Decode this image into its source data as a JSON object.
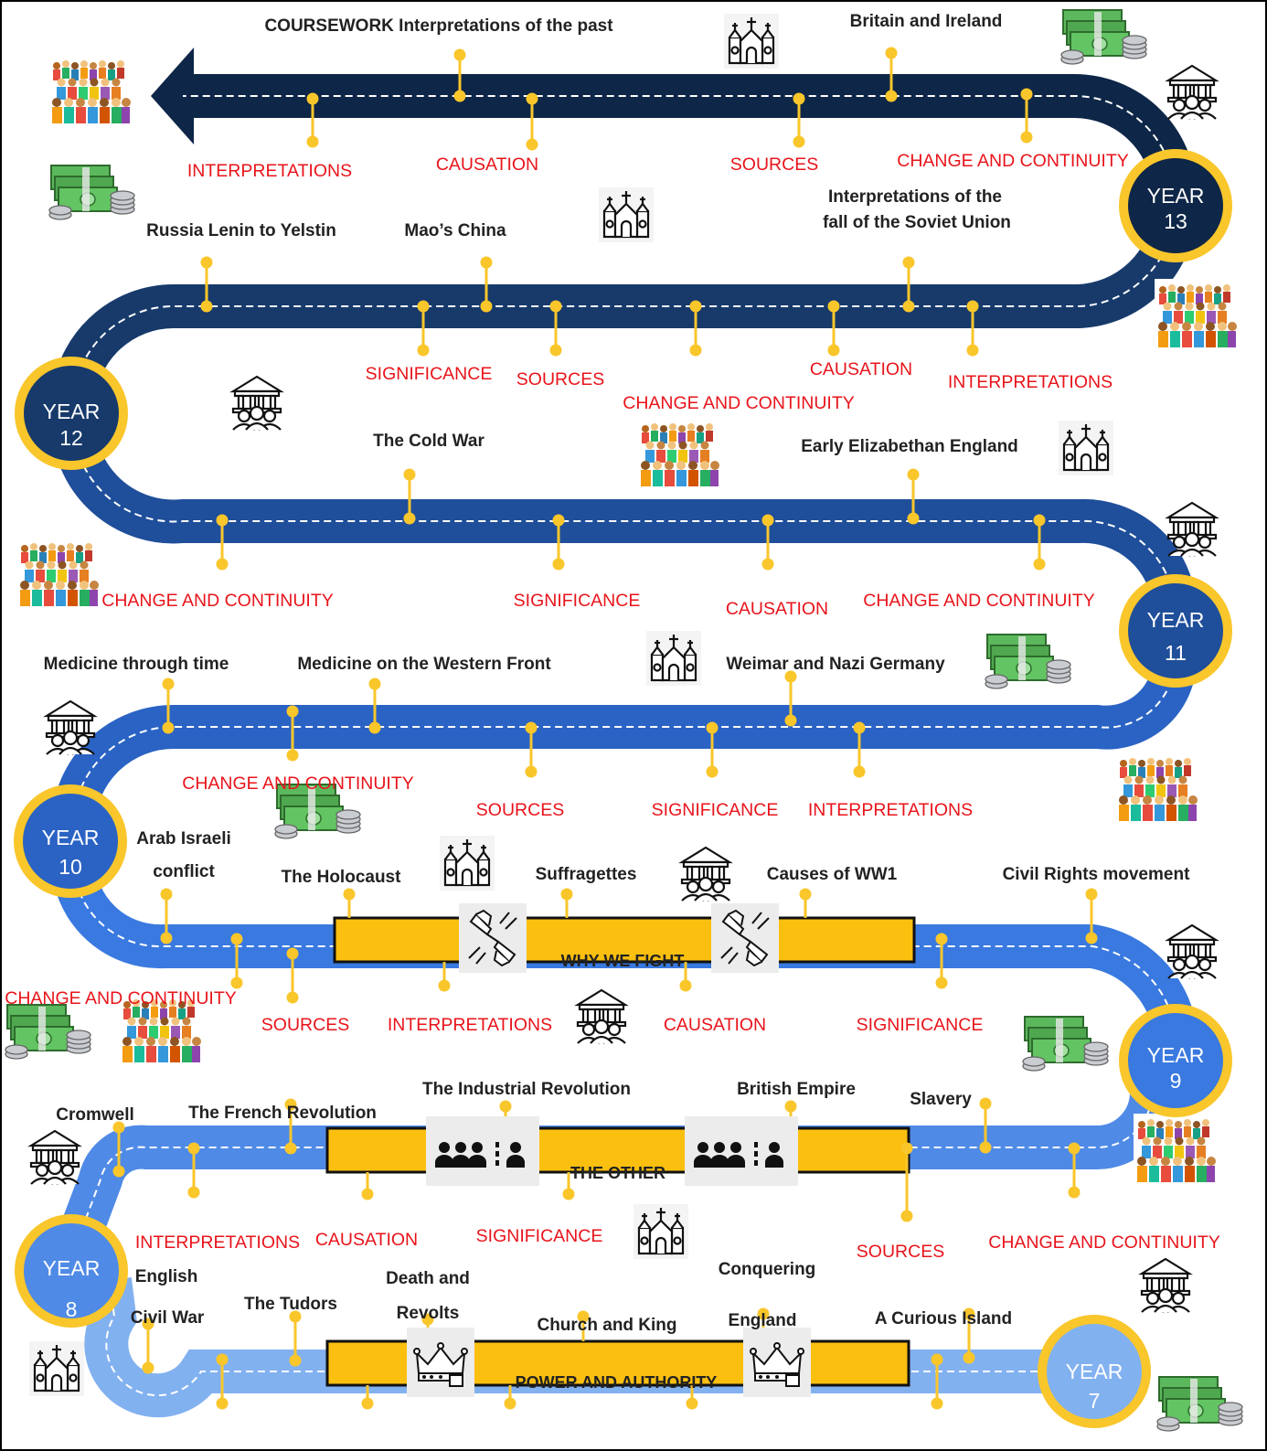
{
  "colors": {
    "row13": "#0e2647",
    "row12": "#173a6b",
    "row11": "#1f4e9a",
    "row10": "#2a63c4",
    "row9": "#3979e0",
    "row8": "#4f8ae6",
    "row7": "#82b1f0",
    "marker": "#f9c62b",
    "band_fill": "#fbbf10",
    "skill_text": "#e8141b",
    "topic_text": "#222222"
  },
  "years": [
    {
      "label": "YEAR",
      "number": "13"
    },
    {
      "label": "YEAR",
      "number": "12"
    },
    {
      "label": "YEAR",
      "number": "11"
    },
    {
      "label": "YEAR",
      "number": "10"
    },
    {
      "label": "YEAR",
      "number": "9"
    },
    {
      "label": "YEAR",
      "number": "8"
    },
    {
      "label": "YEAR",
      "number": "7"
    }
  ],
  "topics": {
    "y13": [
      "COURSEWORK Interpretations of the past",
      "Britain and Ireland"
    ],
    "y12": [
      "Russia Lenin to Yelstin",
      "Mao’s China",
      "Interpretations of the",
      "fall of the Soviet Union"
    ],
    "y11": [
      "The Cold War",
      "Early Elizabethan England"
    ],
    "y10": [
      "Medicine through time",
      "Medicine on the Western Front",
      "Weimar and Nazi Germany"
    ],
    "y9": [
      "Arab Israeli",
      "conflict",
      "The Holocaust",
      "Suffragettes",
      "Causes of WW1",
      "Civil Rights movement"
    ],
    "y8": [
      "Cromwell",
      "The French Revolution",
      "The Industrial Revolution",
      "British Empire",
      "Slavery"
    ],
    "y7": [
      "English",
      "Civil War",
      "The Tudors",
      "Death and",
      "Revolts",
      "Church and King",
      "Conquering",
      "England",
      "A Curious Island"
    ]
  },
  "skills": {
    "y13": [
      "INTERPRETATIONS",
      "CAUSATION",
      "SOURCES",
      "CHANGE AND CONTINUITY"
    ],
    "y12": [
      "SIGNIFICANCE",
      "SOURCES",
      "CHANGE AND CONTINUITY",
      "CAUSATION",
      "INTERPRETATIONS"
    ],
    "y11": [
      "CHANGE AND CONTINUITY",
      "SIGNIFICANCE",
      "CAUSATION",
      "CHANGE AND CONTINUITY"
    ],
    "y10": [
      "CHANGE AND CONTINUITY",
      "SOURCES",
      "SIGNIFICANCE",
      "INTERPRETATIONS"
    ],
    "y9": [
      "CHANGE AND CONTINUITY",
      "SOURCES",
      "INTERPRETATIONS",
      "CAUSATION",
      "SIGNIFICANCE"
    ],
    "y8": [
      "INTERPRETATIONS",
      "CAUSATION",
      "SIGNIFICANCE",
      "SOURCES",
      "CHANGE AND CONTINUITY"
    ]
  },
  "bands": {
    "y9": "WHY WE FIGHT",
    "y8": "THE OTHER",
    "y7": "POWER AND AUTHORITY"
  },
  "icons": {
    "church": "church-icon",
    "crowd": "crowd-icon",
    "money": "money-icon",
    "government": "government-building-icon",
    "fists": "fists-icon",
    "people": "people-icon",
    "crown": "crown-icon"
  }
}
